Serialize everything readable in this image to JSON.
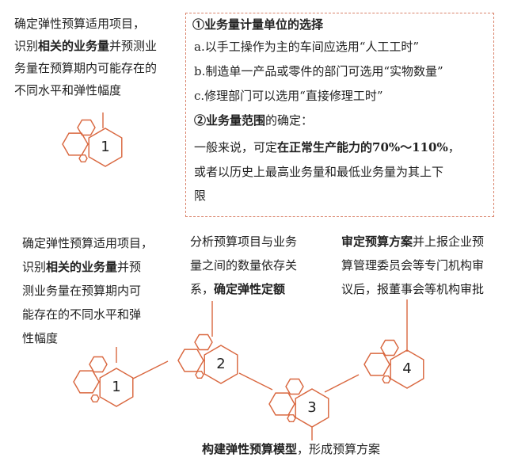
{
  "top_section": {
    "step1_text": {
      "line1": "确定弹性预算适用项目，",
      "line2_pre": "识别",
      "line2_bold": "相关的业务量",
      "line2_post": "并预测业",
      "line3": "务量在预算期内可能存在的",
      "line4": "不同水平和弹性幅度"
    },
    "step1_number": "1",
    "detail_box": {
      "heading1": "①业务量计量单位的选择",
      "item_a": "a.以手工操作为主的车间应选用“人工工时”",
      "item_b": "b.制造单一产品或零件的部门可选用“实物数量”",
      "item_c": "c.修理部门可以选用“直接修理工时”",
      "heading2_bold": "②业务量范围",
      "heading2_rest": "的确定：",
      "range_line1_pre": "一般来说，可定",
      "range_line1_bold": "在正常生产能力的70%～110%",
      "range_line1_post": "，",
      "range_line2": "或者以历史上最高业务量和最低业务量为其上下",
      "range_line3": "限"
    }
  },
  "flow": {
    "steps": [
      {
        "number": "1",
        "lines": [
          "确定弹性预算适用项目，",
          "识别|相关的业务量|并预",
          "测业务量在预算期内可",
          "能存在的不同水平和弹",
          "性幅度"
        ]
      },
      {
        "number": "2",
        "line1": "分析预算项目与业务",
        "line2": "量之间的数量依存关",
        "line3_pre": "系，",
        "line3_bold": "确定弹性定额"
      },
      {
        "number": "3",
        "text_bold": "构建弹性预算模型",
        "text_rest": "，形成预算方案"
      },
      {
        "number": "4",
        "line1_bold": "审定预算方案",
        "line1_rest": "并上报企业预",
        "line2": "算管理委员会等专门机构审",
        "line3": "议后，报董事会等机构审批"
      }
    ],
    "step1_detail": {
      "line1": "确定弹性预算适用项目，",
      "line2_pre": "识别",
      "line2_bold": "相关的业务量",
      "line2_post": "并预",
      "line3": "测业务量在预算期内可",
      "line4": "能存在的不同水平和弹",
      "line5": "性幅度"
    }
  },
  "colors": {
    "accent": "#d9673f",
    "border": "#d9826a",
    "text": "#222222"
  }
}
